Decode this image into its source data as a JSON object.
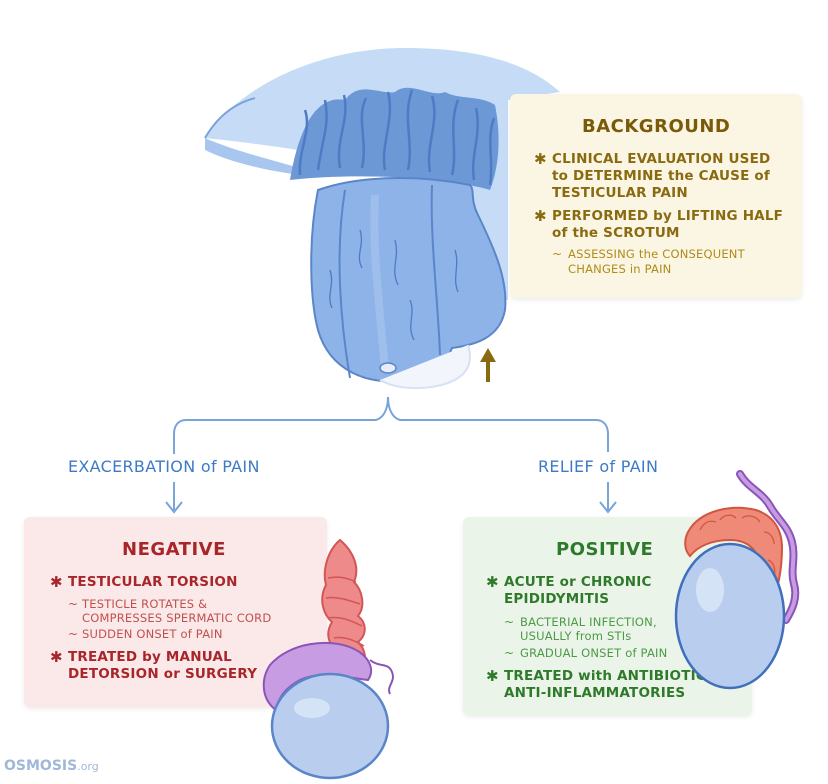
{
  "background": {
    "title": "BACKGROUND",
    "bullets": [
      "CLINICAL EVALUATION USED to DETERMINE the CAUSE of TESTICULAR PAIN",
      "PERFORMED by LIFTING HALF of the SCROTUM"
    ],
    "bullet_lines": [
      [
        "CLINICAL EVALUATION USED",
        "to DETERMINE the CAUSE of",
        "TESTICULAR PAIN"
      ],
      [
        "PERFORMED by LIFTING HALF",
        "of the SCROTUM"
      ]
    ],
    "sub_lines": [
      "ASSESSING the CONSEQUENT",
      "CHANGES in PAIN"
    ]
  },
  "branches": {
    "left": "EXACERBATION of PAIN",
    "right": "RELIEF of PAIN"
  },
  "negative": {
    "title": "NEGATIVE",
    "item1": "TESTICULAR TORSION",
    "item1_subs": [
      [
        "TESTICLE ROTATES &",
        "COMPRESSES SPERMATIC CORD"
      ],
      [
        "SUDDEN ONSET of PAIN"
      ]
    ],
    "item2_lines": [
      "TREATED by MANUAL",
      "DETORSION or SURGERY"
    ]
  },
  "positive": {
    "title": "POSITIVE",
    "item1_lines": [
      "ACUTE or CHRONIC",
      "EPIDIDYMITIS"
    ],
    "item1_subs": [
      [
        "BACTERIAL INFECTION,",
        "USUALLY from STIs"
      ],
      [
        "GRADUAL ONSET of PAIN"
      ]
    ],
    "item2_lines": [
      "TREATED with ANTIBIOTICS &",
      "ANTI-INFLAMMATORIES"
    ]
  },
  "logo": {
    "brand": "OSMOSIS",
    "suffix": ".org"
  },
  "colors": {
    "background_title": "#7a5a08",
    "background_text": "#8a6a10",
    "background_sub": "#b08a1a",
    "negative_title": "#a8262a",
    "negative_sub": "#c0504d",
    "positive_title": "#2f7a2a",
    "positive_sub": "#4c9a45",
    "branch": "#3d7ac7"
  }
}
